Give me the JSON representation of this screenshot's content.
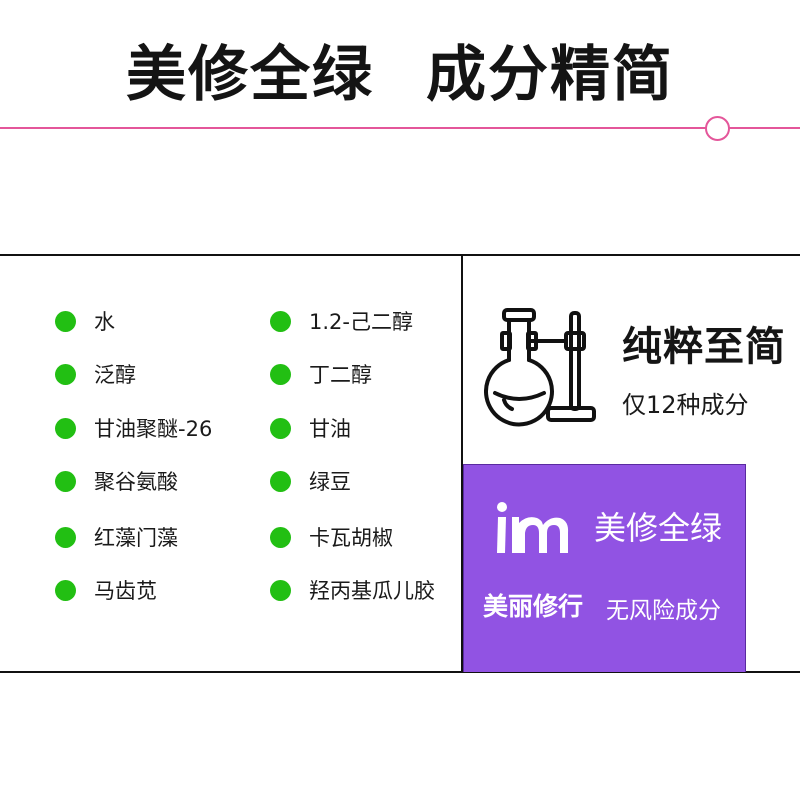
{
  "header": {
    "title_left": "美修全绿",
    "title_right": "成分精简"
  },
  "colors": {
    "accent_line": "#e4569a",
    "dot": "#22bf13",
    "brand_box": "#9153e3"
  },
  "ingredients": {
    "left": [
      "水",
      "泛醇",
      "甘油聚醚-26",
      "聚谷氨酸",
      "红藻门藻",
      "马齿苋"
    ],
    "right": [
      "1.2-己二醇",
      "丁二醇",
      "甘油",
      "绿豆",
      "卡瓦胡椒",
      "羟丙基瓜儿胶"
    ]
  },
  "feature": {
    "icon": "chemistry-flask-icon",
    "title": "纯粹至简",
    "subtitle": "仅12种成分"
  },
  "brand": {
    "logo": "im-logo",
    "name": "美修全绿",
    "slogan": "美丽修行",
    "tagline": "无风险成分"
  }
}
